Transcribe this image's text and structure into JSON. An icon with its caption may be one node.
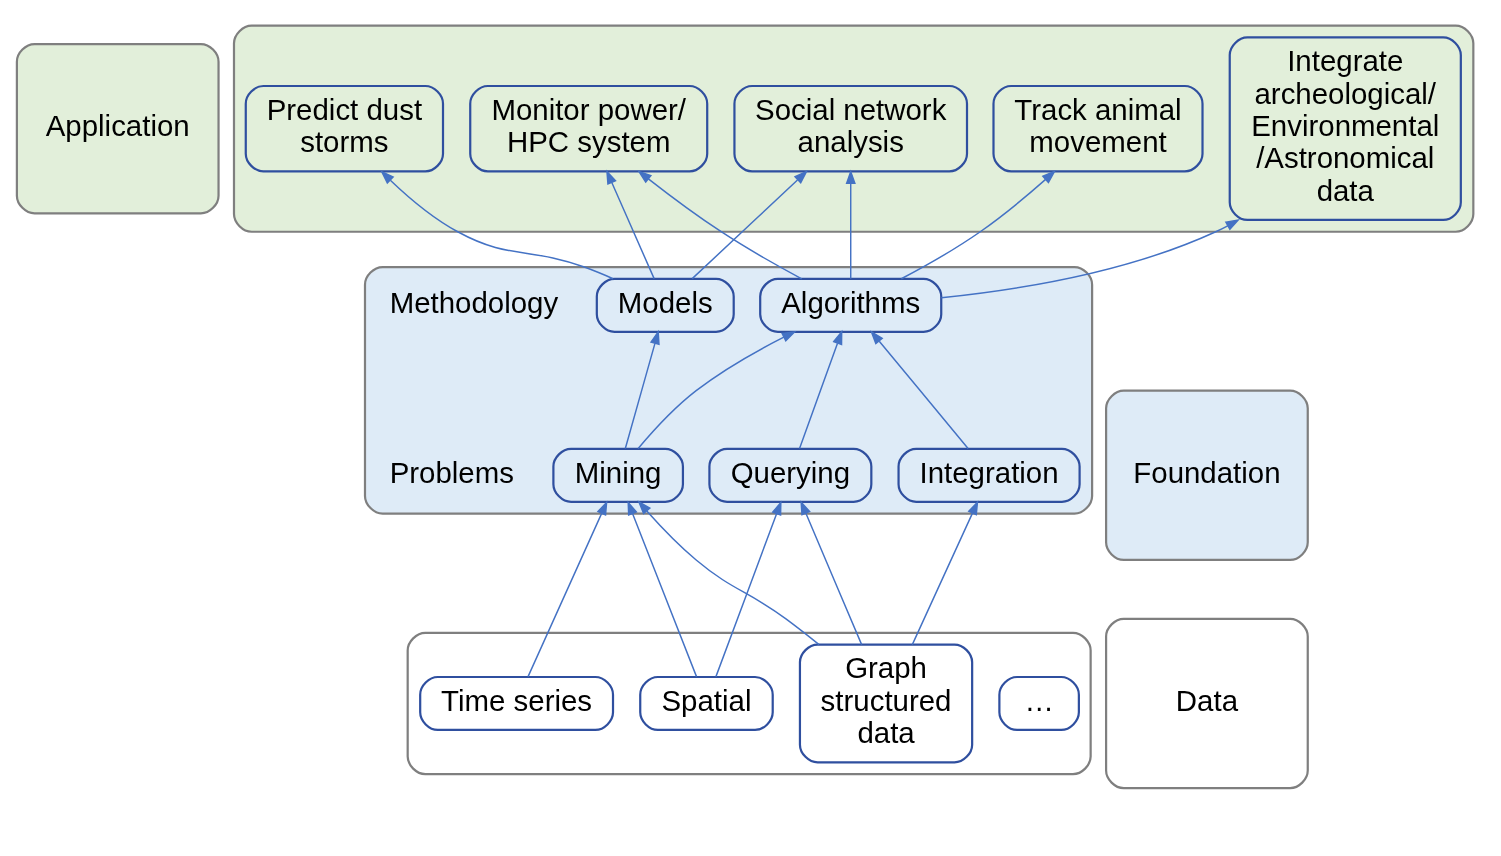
{
  "diagram": {
    "nodes": [
      {
        "text": [
          "Application"
        ]
      },
      {
        "text": [],
        "shape": "box"
      },
      {
        "text": [
          "Social network analysis"
        ],
        "in": 1
      },
      {
        "text": [
          "Predict dust storms"
        ],
        "in": 1
      },
      {
        "text": [
          "Monitor power/ HPC system"
        ],
        "in": 1
      },
      {
        "text": [
          "Track animal movement"
        ],
        "in": 1
      },
      {
        "text": [
          "Integrate archeological/ Environmental /Astronomical data"
        ],
        "in": 1
      },
      {
        "text": [
          "Foundation"
        ]
      },
      {
        "text": [],
        "shape": "box"
      },
      {
        "text": [
          "Models"
        ],
        "in": 8
      },
      {
        "text": [
          "Algorithms"
        ],
        "in": 8
      },
      {
        "text": [
          "Mining"
        ],
        "in": 8
      },
      {
        "text": [
          "Querying"
        ],
        "in": 8
      },
      {
        "text": [
          "Integration"
        ],
        "in": 8
      },
      {
        "text": [
          "Data"
        ]
      },
      {
        "text": [],
        "shape": "box"
      },
      {
        "text": [
          "…"
        ],
        "in": 15
      },
      {
        "text": [
          "Time series"
        ],
        "in": 15
      },
      {
        "text": [
          "Spatial"
        ],
        "in": 15
      },
      {
        "text": [
          "Graph structured data"
        ],
        "in": 15
      }
    ],
    "edges": [
      {
        "from": 9,
        "to": 2,
        "arrow": "to"
      },
      {
        "from": 9,
        "to": 3,
        "arrow": "to"
      },
      {
        "from": 9,
        "to": 4,
        "arrow": "to"
      },
      {
        "from": 10,
        "to": 2,
        "arrow": "to"
      },
      {
        "from": 10,
        "to": 4,
        "arrow": "to"
      },
      {
        "from": 10,
        "to": 5,
        "arrow": "to"
      },
      {
        "from": 10,
        "to": 6,
        "arrow": "to"
      },
      {
        "from": 11,
        "to": 9,
        "arrow": "to"
      },
      {
        "from": 11,
        "to": 10,
        "arrow": "to"
      },
      {
        "from": 12,
        "to": 10,
        "arrow": "to"
      },
      {
        "from": 13,
        "to": 10,
        "arrow": "to"
      },
      {
        "from": 17,
        "to": 11,
        "arrow": "to"
      },
      {
        "from": 18,
        "to": 11,
        "arrow": "to"
      },
      {
        "from": 18,
        "to": 12,
        "arrow": "to"
      },
      {
        "from": 19,
        "to": 11,
        "arrow": "to"
      },
      {
        "from": 19,
        "to": 12,
        "arrow": "to"
      },
      {
        "from": 19,
        "to": 13,
        "arrow": "to"
      }
    ],
    "labels": [
      "Methodology",
      "Problems"
    ]
  }
}
